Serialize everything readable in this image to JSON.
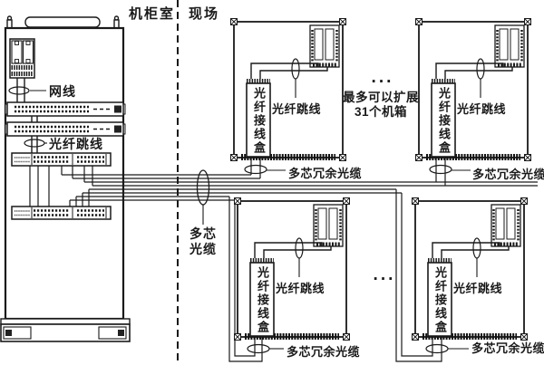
{
  "regions": {
    "cabinet_room": "机柜室",
    "field": "现场"
  },
  "cabinet": {
    "network_cable_label": "网线",
    "fiber_jumper_label": "光纤跳线"
  },
  "trunk": {
    "cable_label_line1": "多芯",
    "cable_label_line2": "光缆"
  },
  "expansion": {
    "ellipsis_top": "···",
    "ellipsis_bottom": "···",
    "note_line1": "最多可以扩展",
    "note_line2": "31个机箱"
  },
  "field_box": {
    "junction_box_label": "光纤接线盒",
    "fiber_jumper_label": "光纤跳线",
    "redundant_cable_label": "多芯冗余光缆"
  },
  "colors": {
    "line": "#1a1a1a",
    "background": "#ffffff"
  }
}
